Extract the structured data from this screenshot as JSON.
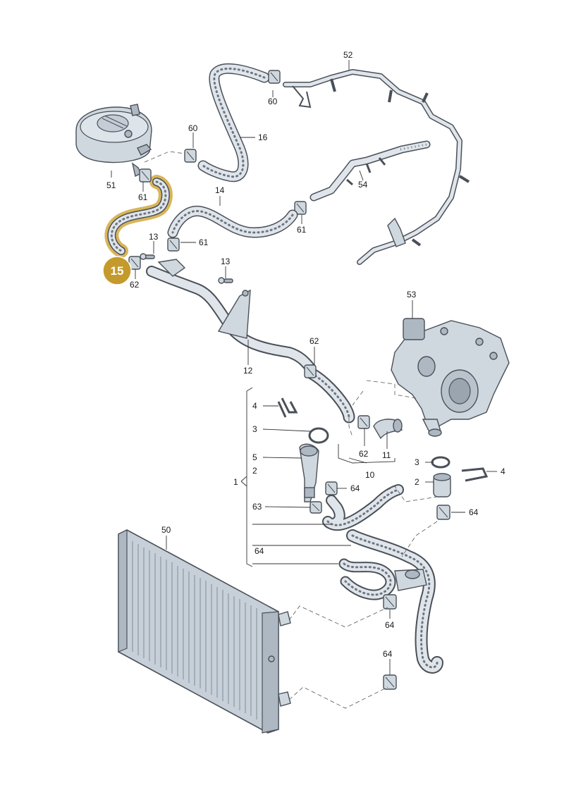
{
  "highlight": {
    "badge_label": "15",
    "badge_color": "#c49a2c",
    "highlight_color": "#d9b55a"
  },
  "labels": {
    "p52": "52",
    "p60a": "60",
    "p60b": "60",
    "p16": "16",
    "p51": "51",
    "p61a": "61",
    "p14": "14",
    "p54": "54",
    "p61b": "61",
    "p13a": "13",
    "p61c": "61",
    "p62a": "62",
    "p13b": "13",
    "p12": "12",
    "p53": "53",
    "p62b": "62",
    "p4a": "4",
    "p3a": "3",
    "p5": "5",
    "p2a": "2",
    "p1": "1",
    "p63": "63",
    "p62c": "62",
    "p11": "11",
    "p10": "10",
    "p3b": "3",
    "p4b": "4",
    "p2b": "2",
    "p64a": "64",
    "p64b": "64",
    "p64c": "64",
    "p64d": "64",
    "p64e": "64",
    "p50": "50"
  }
}
